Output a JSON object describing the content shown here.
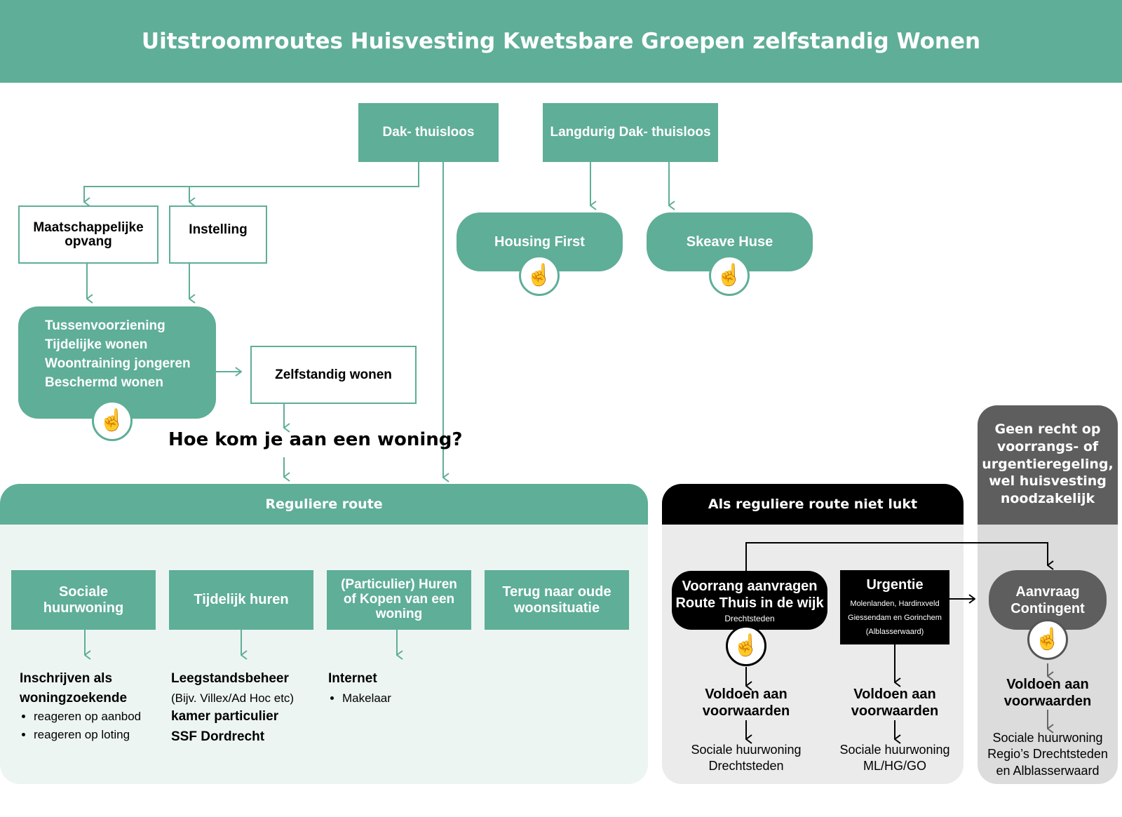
{
  "header": {
    "title": "Uitstroomroutes Huisvesting Kwetsbare Groepen zelfstandig Wonen"
  },
  "top": {
    "dak_thuisloos": "Dak- thuisloos",
    "langdurig": "Langdurig Dak- thuisloos",
    "maatschappelijke_opvang": "Maatschappelijke opvang",
    "instelling": "Instelling",
    "housing_first": "Housing First",
    "skeave_huse": "Skeave Huse"
  },
  "tussenvoorziening": {
    "items": [
      "Tussenvoorziening",
      "Tijdelijke wonen",
      "Woontraining jongeren",
      "Beschermd wonen"
    ]
  },
  "zelfstandig_wonen": "Zelfstandig wonen",
  "question": "Hoe kom je aan een woning?",
  "reguliere_route": {
    "title": "Reguliere route",
    "routes": [
      "Sociale huurwoning",
      "Tijdelijk huren",
      "(Particulier) Huren of Kopen van een woning",
      "Terug naar oude woonsituatie"
    ],
    "sociale": {
      "heading": "Inschrijven als woningzoekende",
      "bullets": [
        "reageren op aanbod",
        "reageren op loting"
      ]
    },
    "tijdelijk": {
      "heading": "Leegstandsbeheer",
      "sub": "(Bijv. Villex/Ad Hoc etc)",
      "line2": "kamer particulier",
      "line3": "SSF Dordrecht"
    },
    "particulier": {
      "heading": "Internet",
      "bullets": [
        "Makelaar"
      ]
    }
  },
  "niet_lukt": {
    "title": "Als reguliere route niet lukt",
    "voorrang": {
      "title": "Voorrang aanvragen Route Thuis in de wijk",
      "sub": "Drechtsteden"
    },
    "urgentie": {
      "title": "Urgentie",
      "lines": [
        "Molenlanden, Hardinxveld",
        "Giessendam en Gorinchem",
        "(Alblasserwaard)"
      ]
    },
    "cond_left": "Voldoen aan voorwaarden",
    "cond_right": "Voldoen aan voorwaarden",
    "result_left": "Sociale huurwoning Drechtsteden",
    "result_right": "Sociale huurwoning ML/HG/GO"
  },
  "geen_recht": {
    "title": "Geen recht op voorrangs- of urgentieregeling, wel huisvesting noodzakelijk",
    "contingent": "Aanvraag Contingent",
    "cond": "Voldoen aan voorwaarden",
    "result": "Sociale huurwoning Regio’s Drechtsteden en Alblasserwaard"
  },
  "icons": {
    "hand": "pointing-hand-icon"
  },
  "colors": {
    "green": "#5fae97",
    "light_green": "#edf5f3",
    "black": "#000000",
    "dark_grey": "#5e5e5e",
    "grey": "#ebebeb"
  }
}
